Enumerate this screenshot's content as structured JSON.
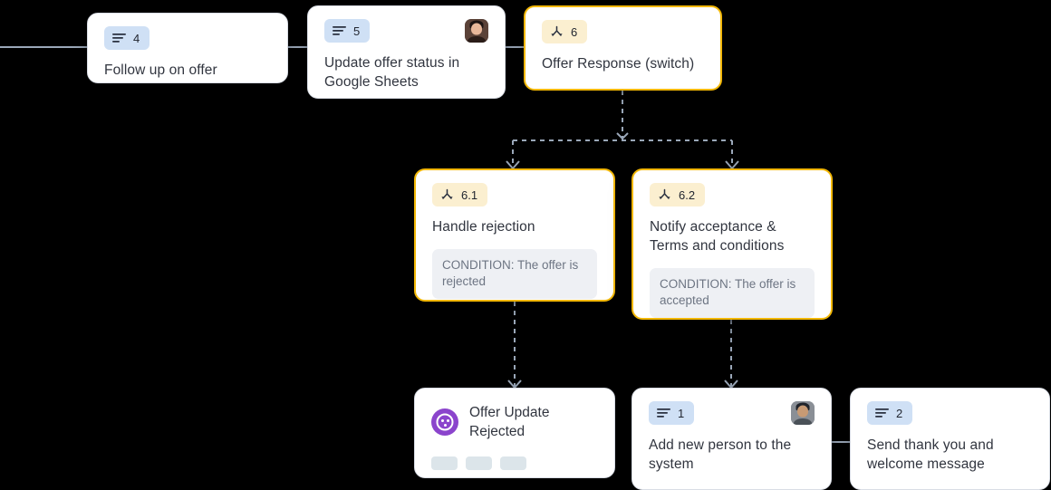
{
  "canvas": {
    "background": "#000000",
    "edge_color": "#9aa7b8",
    "amber_border": "#f2b705",
    "badge_blue_bg": "#cfe0f5",
    "badge_amber_bg": "#fbefd0",
    "condition_bg": "#eef0f4",
    "app_icon_purple": "#8b44cc",
    "chip_color": "#dce5ea"
  },
  "nodes": [
    {
      "id": "node-4",
      "badge_icon": "task-lines-icon",
      "badge_number": "4",
      "badge_style": "blue",
      "title": "Follow up on offer",
      "avatar": null,
      "condition": null
    },
    {
      "id": "node-5",
      "badge_icon": "task-lines-icon",
      "badge_number": "5",
      "badge_style": "blue",
      "title": "Update offer status in Google Sheets",
      "avatar": "assignee-avatar",
      "condition": null
    },
    {
      "id": "node-6",
      "badge_icon": "switch-branch-icon",
      "badge_number": "6",
      "badge_style": "amber",
      "title": "Offer Response (switch)",
      "avatar": null,
      "condition": null
    },
    {
      "id": "node-6-1",
      "badge_icon": "switch-branch-icon",
      "badge_number": "6.1",
      "badge_style": "amber",
      "title": "Handle rejection",
      "avatar": null,
      "condition": "CONDITION: The offer is rejected"
    },
    {
      "id": "node-6-2",
      "badge_icon": "switch-branch-icon",
      "badge_number": "6.2",
      "badge_style": "amber",
      "title": "Notify acceptance & Terms and conditions",
      "avatar": null,
      "condition": "CONDITION: The offer is accepted"
    },
    {
      "id": "node-offer-update-rejected",
      "badge_icon": "app-circle-icon",
      "badge_number": null,
      "badge_style": "app",
      "title": "Offer Update Rejected",
      "avatar": null,
      "condition": null
    },
    {
      "id": "node-1",
      "badge_icon": "task-lines-icon",
      "badge_number": "1",
      "badge_style": "blue",
      "title": "Add new person to the system",
      "avatar": "assignee-avatar",
      "condition": null
    },
    {
      "id": "node-2",
      "badge_icon": "task-lines-icon",
      "badge_number": "2",
      "badge_style": "blue",
      "title": "Send thank you and welcome message",
      "avatar": null,
      "condition": null
    }
  ]
}
